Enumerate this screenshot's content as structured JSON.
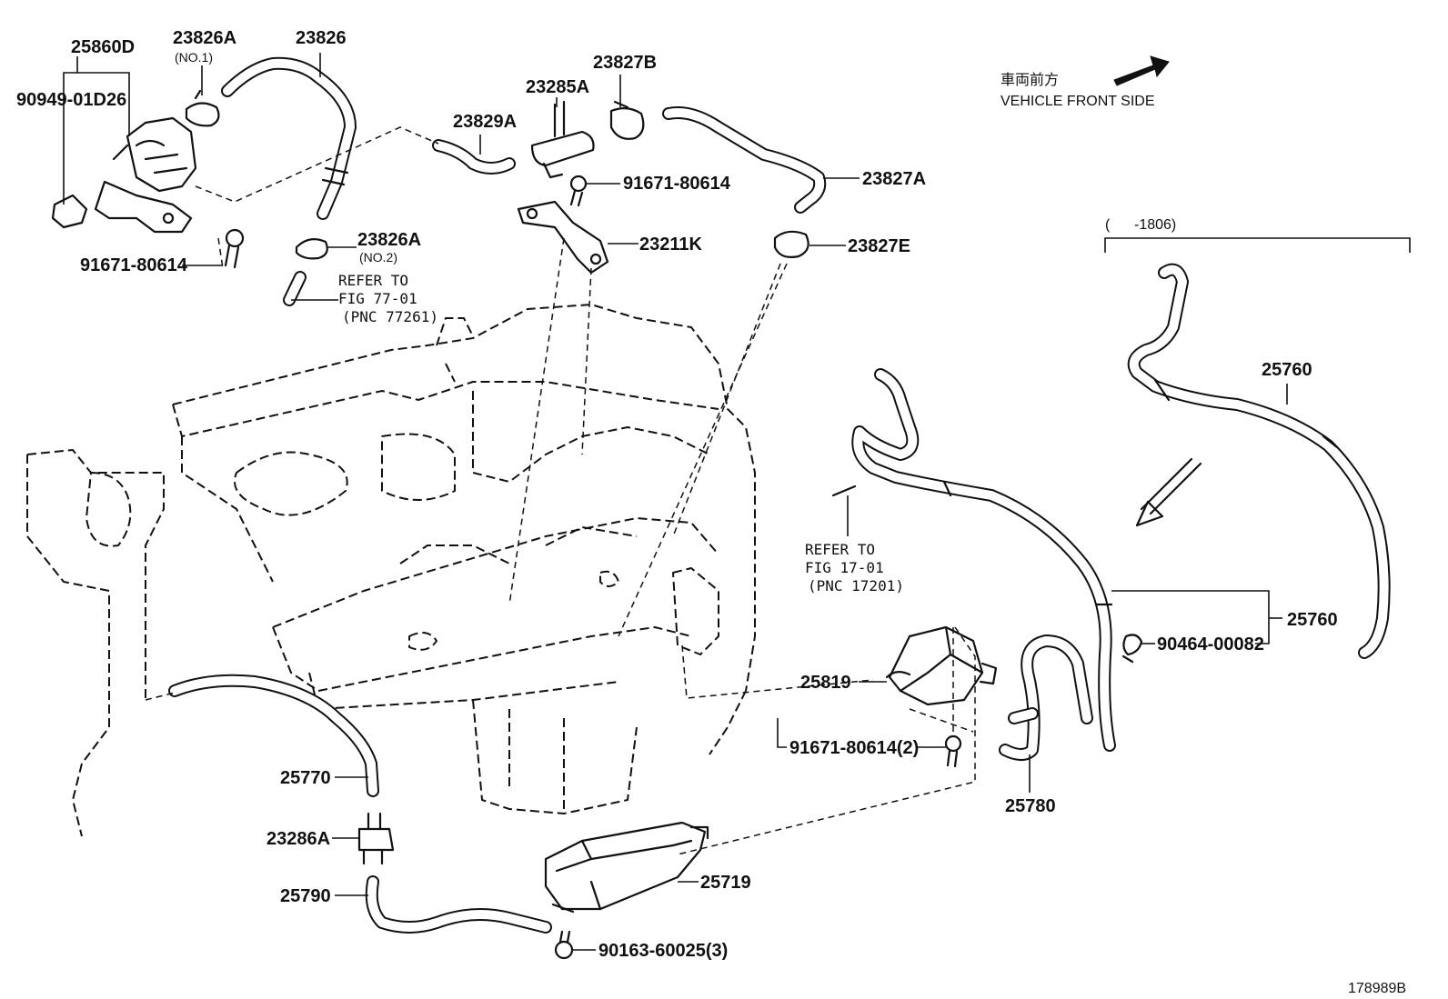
{
  "diagram_id": "178989B",
  "orientation": {
    "jp_label": "車両前方",
    "en_label": "VEHICLE FRONT SIDE",
    "icon": "arrow-right-up-icon"
  },
  "range_bracket": "(      -1806)",
  "labels": {
    "p25860D": "25860D",
    "p90949": "90949-01D26",
    "p23826A_1": "23826A",
    "no1": "(NO.1)",
    "p23826": "23826",
    "p91671_a": "91671-80614",
    "p23826A_2": "23826A",
    "no2": "(NO.2)",
    "p23829A": "23829A",
    "p23285A": "23285A",
    "p23827B": "23827B",
    "p91671_b": "91671-80614",
    "p23211K": "23211K",
    "p23827A": "23827A",
    "p23827E": "23827E",
    "p25760_top": "25760",
    "p25760_mid": "25760",
    "p90464": "90464-00082",
    "p25819": "25819",
    "p91671_c": "91671-80614(2)",
    "p25780": "25780",
    "p25770": "25770",
    "p23286A": "23286A",
    "p25790": "25790",
    "p25719": "25719",
    "p90163": "90163-60025(3)"
  },
  "refer_notes": [
    {
      "line1": "REFER TO",
      "line2": "FIG 77-01",
      "line3": "(PNC 77261)"
    },
    {
      "line1": "REFER TO",
      "line2": "FIG 17-01",
      "line3": "(PNC 17201)"
    }
  ]
}
